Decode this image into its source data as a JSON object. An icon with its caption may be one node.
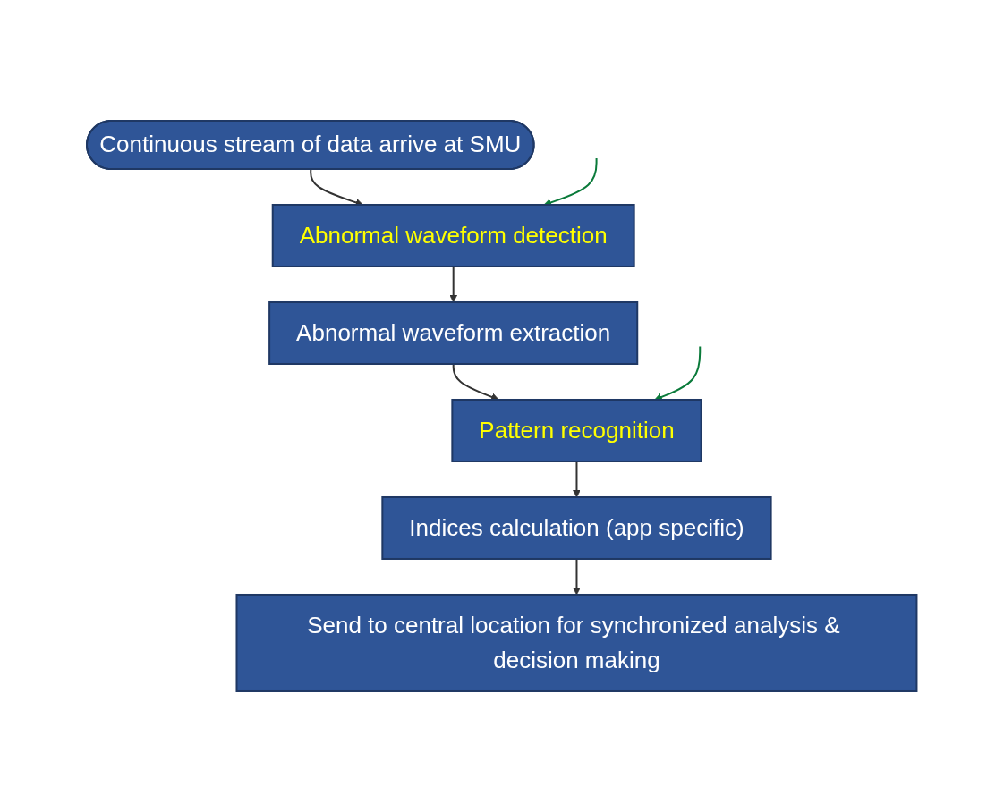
{
  "diagram": {
    "nodes": [
      {
        "text": [
          "Continuous stream of data arrive at SMU"
        ]
      },
      {
        "text": [
          "Abnormal waveform detection"
        ]
      },
      {
        "text": [
          "Abnormal waveform extraction"
        ]
      },
      {
        "text": [
          "Pattern recognition"
        ]
      },
      {
        "text": [
          "Indices calculation (app specific)"
        ]
      },
      {
        "text": [
          "Send to central location for synchronized analysis & decision making"
        ]
      }
    ],
    "edges": [
      {
        "from": 0,
        "to": 1,
        "arrow": "to"
      },
      {
        "from": 1,
        "to": 2,
        "arrow": "to"
      },
      {
        "from": 2,
        "to": 3,
        "arrow": "to"
      },
      {
        "from": 3,
        "to": 4,
        "arrow": "to"
      },
      {
        "from": 4,
        "to": 5,
        "arrow": "to"
      },
      {
        "from": null,
        "to": 1,
        "arrow": "to",
        "color": "#0a7a3a"
      },
      {
        "from": null,
        "to": 3,
        "arrow": "to",
        "color": "#0a7a3a"
      }
    ]
  }
}
